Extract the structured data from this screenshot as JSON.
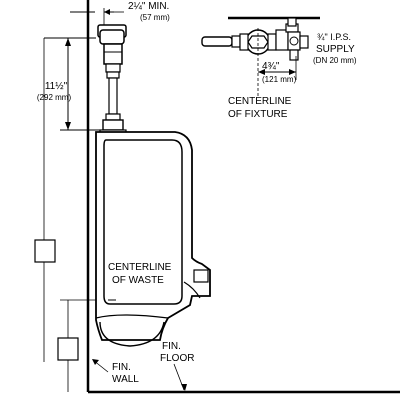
{
  "labels": {
    "min_dim": "2¼\" MIN.",
    "min_dim_mm": "(57 mm)",
    "height_dim": "11½\"",
    "height_dim_mm": "(292 mm)",
    "offset_dim": "4¾\"",
    "offset_dim_mm": "(121 mm)",
    "supply_line1": "¾\" I.P.S.",
    "supply_line2": "SUPPLY",
    "supply_line3": "(DN 20 mm)",
    "centerline_fixture_1": "CENTERLINE",
    "centerline_fixture_2": "OF FIXTURE",
    "centerline_waste_1": "CENTERLINE",
    "centerline_waste_2": "OF WASTE",
    "fin_wall_1": "FIN.",
    "fin_wall_2": "WALL",
    "fin_floor_1": "FIN.",
    "fin_floor_2": "FLOOR"
  }
}
